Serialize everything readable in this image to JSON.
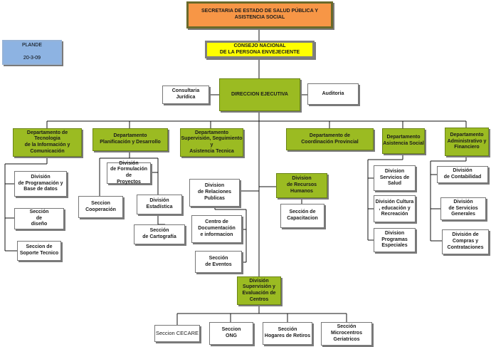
{
  "header": {
    "secretaria": "SECRETARIA DE ESTADO  DE SALUD PÚBLICA Y\nASISTENCIA SOCIAL",
    "consejo": "CONSEJO NACIONAL\nDE LA PERSONA ENVEJECIENTE",
    "direccion": "DIRECCION EJECUTIVA",
    "consultaria": "Consultaria\nJurídica",
    "auditoria": "Auditoria"
  },
  "stamp": {
    "line1": "PLANDE",
    "line2": "20-3-09"
  },
  "departments": {
    "tecnologia": "Departamento de Tecnologia\nde la Información y\nComunicación",
    "planificacion": "Departamento\nPlanificación y Desarrollo",
    "supervision": "Departamento\nSupervisión, Seguimiento  y\nAsistencia Tecnica",
    "coordinacion": "Departamento de\nCoordinación Provincial",
    "asistencia": "Departamento\nAsistencia Social",
    "administrativo": "Departamento\nAdministrativo y\nFinanciero"
  },
  "units": {
    "div_programacion": "División\nde Programación y\nBase de datos",
    "sec_diseno": "Sección\nde\ndiseño",
    "sec_soporte": "Seccion de\nSoporte Tecnico",
    "div_formulacion": "División\nde Formulación de\nProyectos",
    "sec_cooperacion": "Seccion\nCooperación",
    "div_estadistica": "División\nEstadística",
    "sec_cartografia": "Sección\nde Cartografía",
    "div_relaciones": "Division\nde Relaciones\nPublicas",
    "centro_doc": "Centro de\nDocumentación\ne informacion",
    "sec_eventos": "Sección\nde Eventos",
    "div_rrhh": "Division\nde Recursos\nHumanos",
    "sec_capacitacion": "Sección de\nCapacitacion",
    "div_servicios_salud": "Division\nServicios de Salud",
    "div_cultura": "División  Cultura\n, educación  y\nRecreación",
    "div_programas": "Division Programas\nEspeciales",
    "div_contabilidad": "División\nde Contabilidad",
    "div_servicios_generales": "División\nde Servicios\nGenerales",
    "div_compras": "División  de\nCompras y\nContrataciones",
    "div_supervision_centros": "División\nSupervisión y\nEvaluación de\nCentros",
    "sec_cecare": "Seccion CECARE",
    "sec_ong": "Seccion\nONG",
    "sec_hogares": "Sección\nHogares de Retiros",
    "sec_microcentros": "Sección\nMicrocentros\nGeriatricos"
  }
}
